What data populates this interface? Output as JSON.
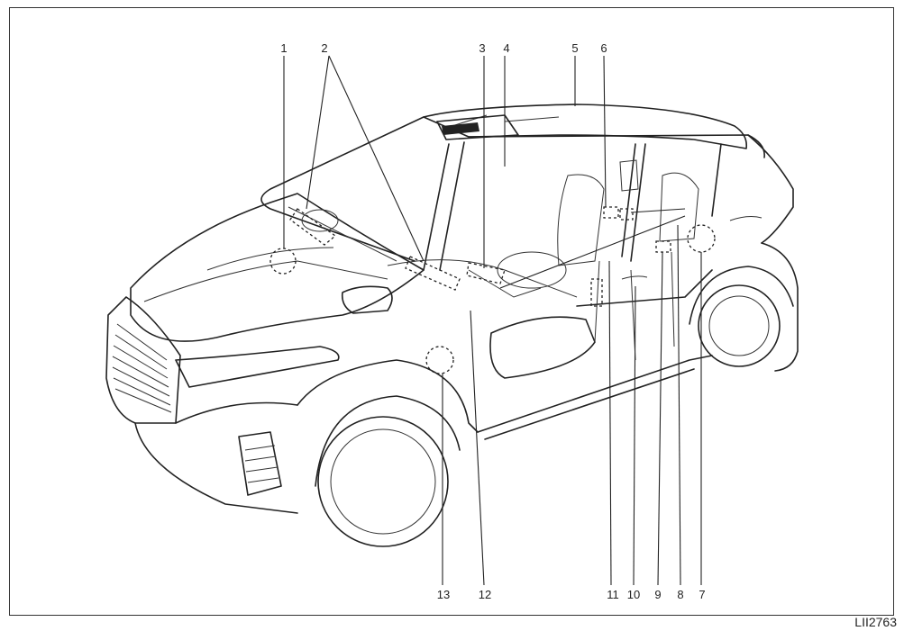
{
  "figure": {
    "code": "LII2763"
  },
  "callouts": [
    "1",
    "2",
    "3",
    "4",
    "5",
    "6",
    "7",
    "8",
    "9",
    "10",
    "11",
    "12",
    "13"
  ]
}
